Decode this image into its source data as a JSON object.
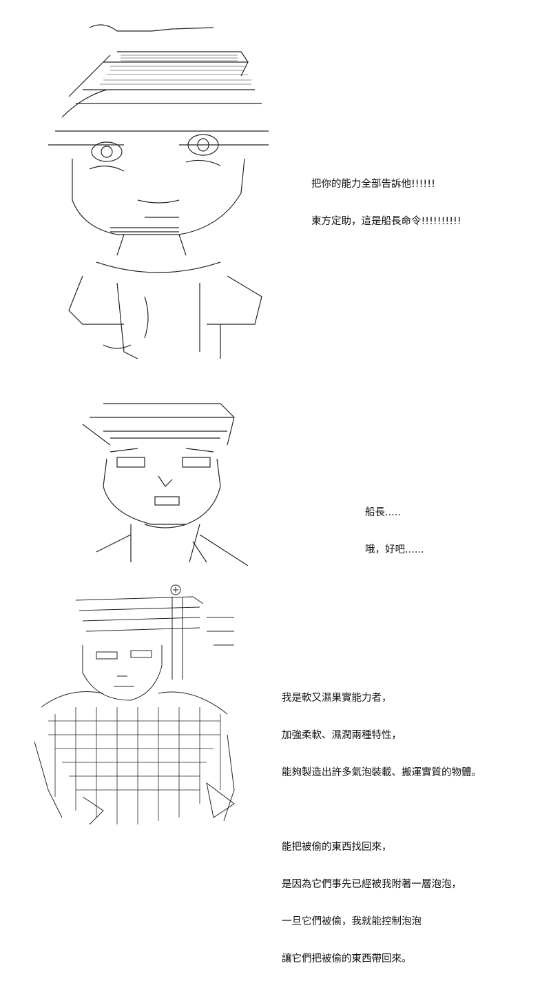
{
  "panels": [
    {
      "lines": [
        "把你的能力全部告訴他!!!!!!",
        "東方定助，這是船長命令!!!!!!!!!!"
      ]
    },
    {
      "lines": [
        "船長.....",
        "哦，好吧......"
      ]
    },
    {
      "paragraphs": [
        [
          "我是軟又濕果實能力者，",
          "加強柔軟、濕潤兩種特性，",
          "能夠製造出許多氣泡裝載、搬運實質的物體。"
        ],
        [
          "能把被偷的東西找回來，",
          "是因為它們事先已經被我附著一層泡泡，",
          "一旦它們被偷，我就能控制泡泡",
          "讓它們把被偷的東西帶回來。"
        ]
      ]
    }
  ],
  "colors": {
    "ink": "#111111",
    "background": "#ffffff"
  }
}
